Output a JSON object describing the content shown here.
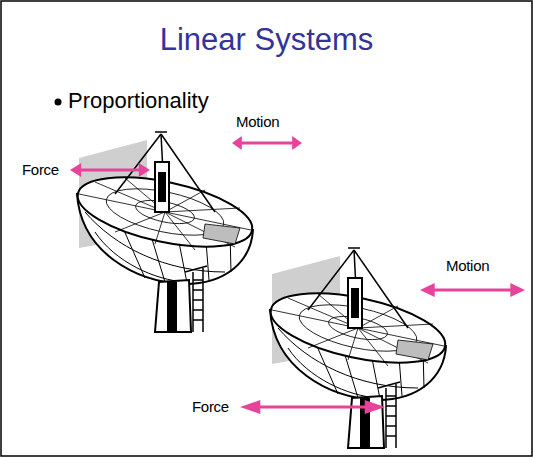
{
  "diagram": {
    "title": "Linear Systems",
    "labels": [
      "Proportionality",
      "Motion",
      "Force",
      "Motion",
      "Force"
    ]
  }
}
